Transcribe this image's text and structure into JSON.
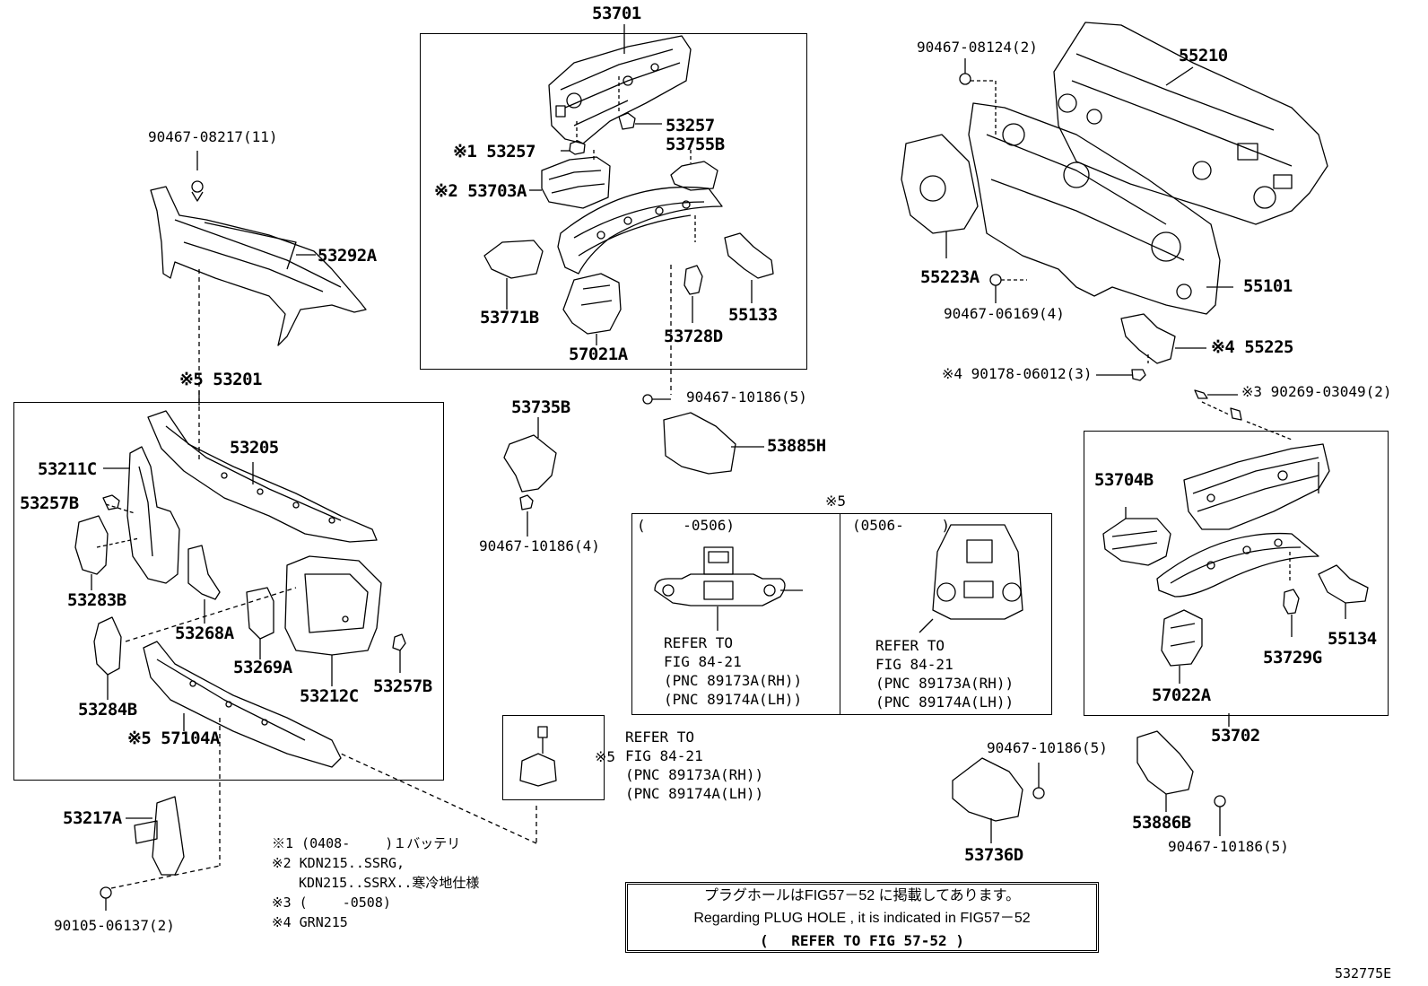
{
  "figure_id": "532775E",
  "parts": {
    "p53701": "53701",
    "p53257_top": "53257",
    "p53257_mark": "※1 53257",
    "p53755B": "53755B",
    "p53703A": "※2 53703A",
    "p53771B": "53771B",
    "p55133": "55133",
    "p53728D": "53728D",
    "p57021A": "57021A",
    "p90467_08217": "90467-08217(11)",
    "p53292A": "53292A",
    "p53201": "※5 53201",
    "p53205": "53205",
    "p53211C": "53211C",
    "p53257B_left": "53257B",
    "p53283B": "53283B",
    "p53268A": "53268A",
    "p53269A": "53269A",
    "p53212C": "53212C",
    "p53257B_right": "53257B",
    "p53284B": "53284B",
    "p57104A": "※5 57104A",
    "p53217A": "53217A",
    "p90105": "90105-06137(2)",
    "p53735B": "53735B",
    "p90467_10186_4": "90467-10186(4)",
    "p90467_10186_5_mid": "90467-10186(5)",
    "p53885H": "53885H",
    "p90467_08124": "90467-08124(2)",
    "p55210": "55210",
    "p55223A": "55223A",
    "p90467_06169": "90467-06169(4)",
    "p55101": "55101",
    "p55225": "※4 55225",
    "p90178": "※4 90178-06012(3)",
    "p90269": "※3 90269-03049(2)",
    "p53704B": "53704B",
    "p55134": "55134",
    "p53729G": "53729G",
    "p57022A": "57022A",
    "p53702": "53702",
    "p90467_10186_5_a": "90467-10186(5)",
    "p53736D": "53736D",
    "p53886B": "53886B",
    "p90467_10186_5_b": "90467-10186(5)",
    "p_x5": "※5"
  },
  "inset": {
    "left_range": "(　　 -0506)",
    "right_range": "(0506-　　 )",
    "left_ref": [
      "REFER TO",
      "FIG 84-21",
      "(PNC 89173A(RH))",
      "(PNC 89174A(LH))"
    ],
    "right_ref": [
      "REFER TO",
      "FIG 84-21",
      "(PNC 89173A(RH))",
      "(PNC 89174A(LH))"
    ]
  },
  "sensor_ref": {
    "mark": "※5",
    "lines": [
      "REFER TO",
      "FIG 84-21",
      "(PNC 89173A(RH))",
      "(PNC 89174A(LH))"
    ]
  },
  "notes": [
    "※1 (0408-　　 )１バッテリ",
    "※2 KDN215..SSRG,",
    "　　KDN215..SSRX..寒冷地仕様",
    "※3 (　　 -0508)",
    "※4 GRN215"
  ],
  "plug_hole": {
    "jp": "プラグホールはFIG57－52 に掲載してあります。",
    "en": "Regarding PLUG HOLE , it is indicated in FIG57－52",
    "ref": "(　 REFER TO FIG 57-52 )"
  }
}
